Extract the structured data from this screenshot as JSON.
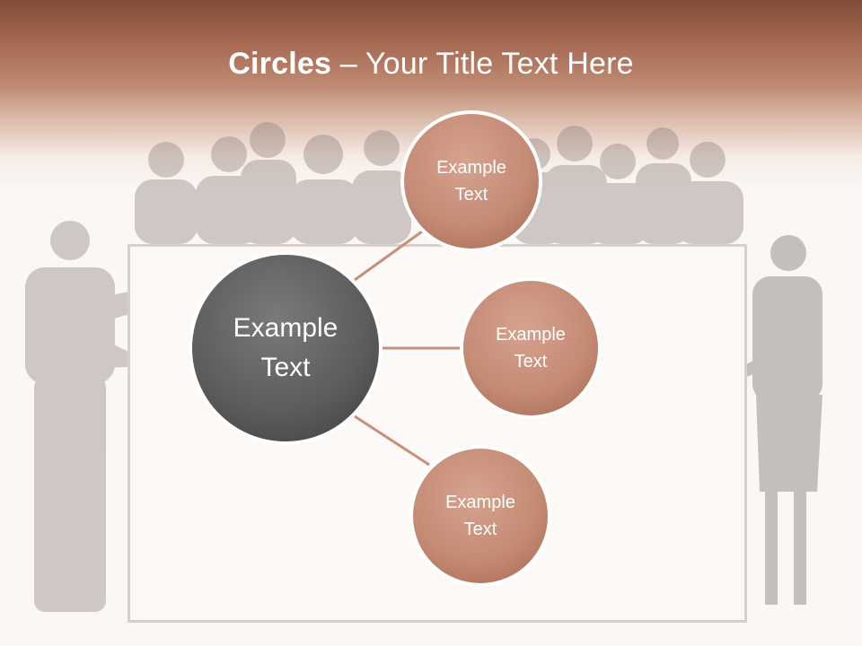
{
  "title": {
    "bold": "Circles",
    "rest": " – Your Title Text Here"
  },
  "colors": {
    "hub": "#5f5f5f",
    "satellite": "#c98f78",
    "connector": "#c4907c",
    "board_border": "#d6d0cc"
  },
  "diagram": {
    "hub": {
      "label": "Example\nText"
    },
    "satellites": [
      {
        "label": "Example\nText"
      },
      {
        "label": "Example\nText"
      },
      {
        "label": "Example\nText"
      }
    ]
  }
}
